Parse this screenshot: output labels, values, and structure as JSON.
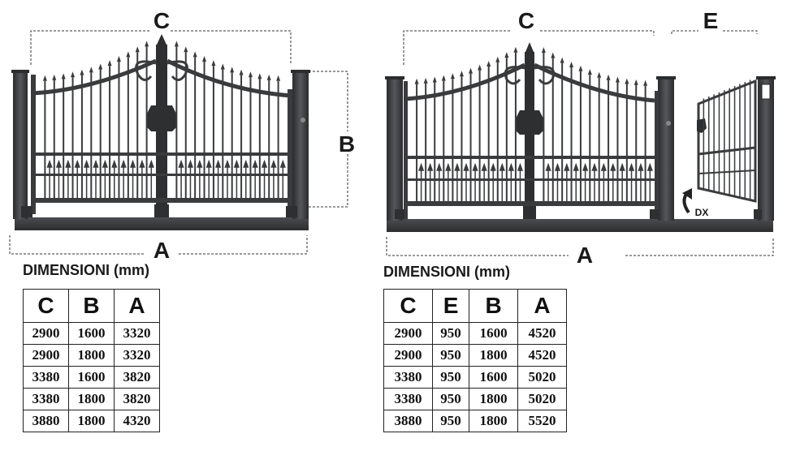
{
  "left_gate": {
    "labels": {
      "c": "C",
      "b": "B",
      "a": "A"
    },
    "table_title": "DIMENSIONI (mm)",
    "headers": [
      "C",
      "B",
      "A"
    ],
    "rows": [
      [
        "2900",
        "1600",
        "3320"
      ],
      [
        "2900",
        "1800",
        "3320"
      ],
      [
        "3380",
        "1600",
        "3820"
      ],
      [
        "3380",
        "1800",
        "3820"
      ],
      [
        "3880",
        "1800",
        "4320"
      ]
    ]
  },
  "right_gate": {
    "labels": {
      "c": "C",
      "e": "E",
      "a": "A",
      "dx": "DX"
    },
    "table_title": "DIMENSIONI (mm)",
    "headers": [
      "C",
      "E",
      "B",
      "A"
    ],
    "rows": [
      [
        "2900",
        "950",
        "1600",
        "4520"
      ],
      [
        "2900",
        "950",
        "1800",
        "4520"
      ],
      [
        "3380",
        "950",
        "1600",
        "5020"
      ],
      [
        "3380",
        "950",
        "1800",
        "5020"
      ],
      [
        "3880",
        "950",
        "1800",
        "5520"
      ]
    ]
  },
  "colors": {
    "metal": "#3a3b3d",
    "metal_light": "#5c5e61",
    "dim_line": "#333333"
  }
}
